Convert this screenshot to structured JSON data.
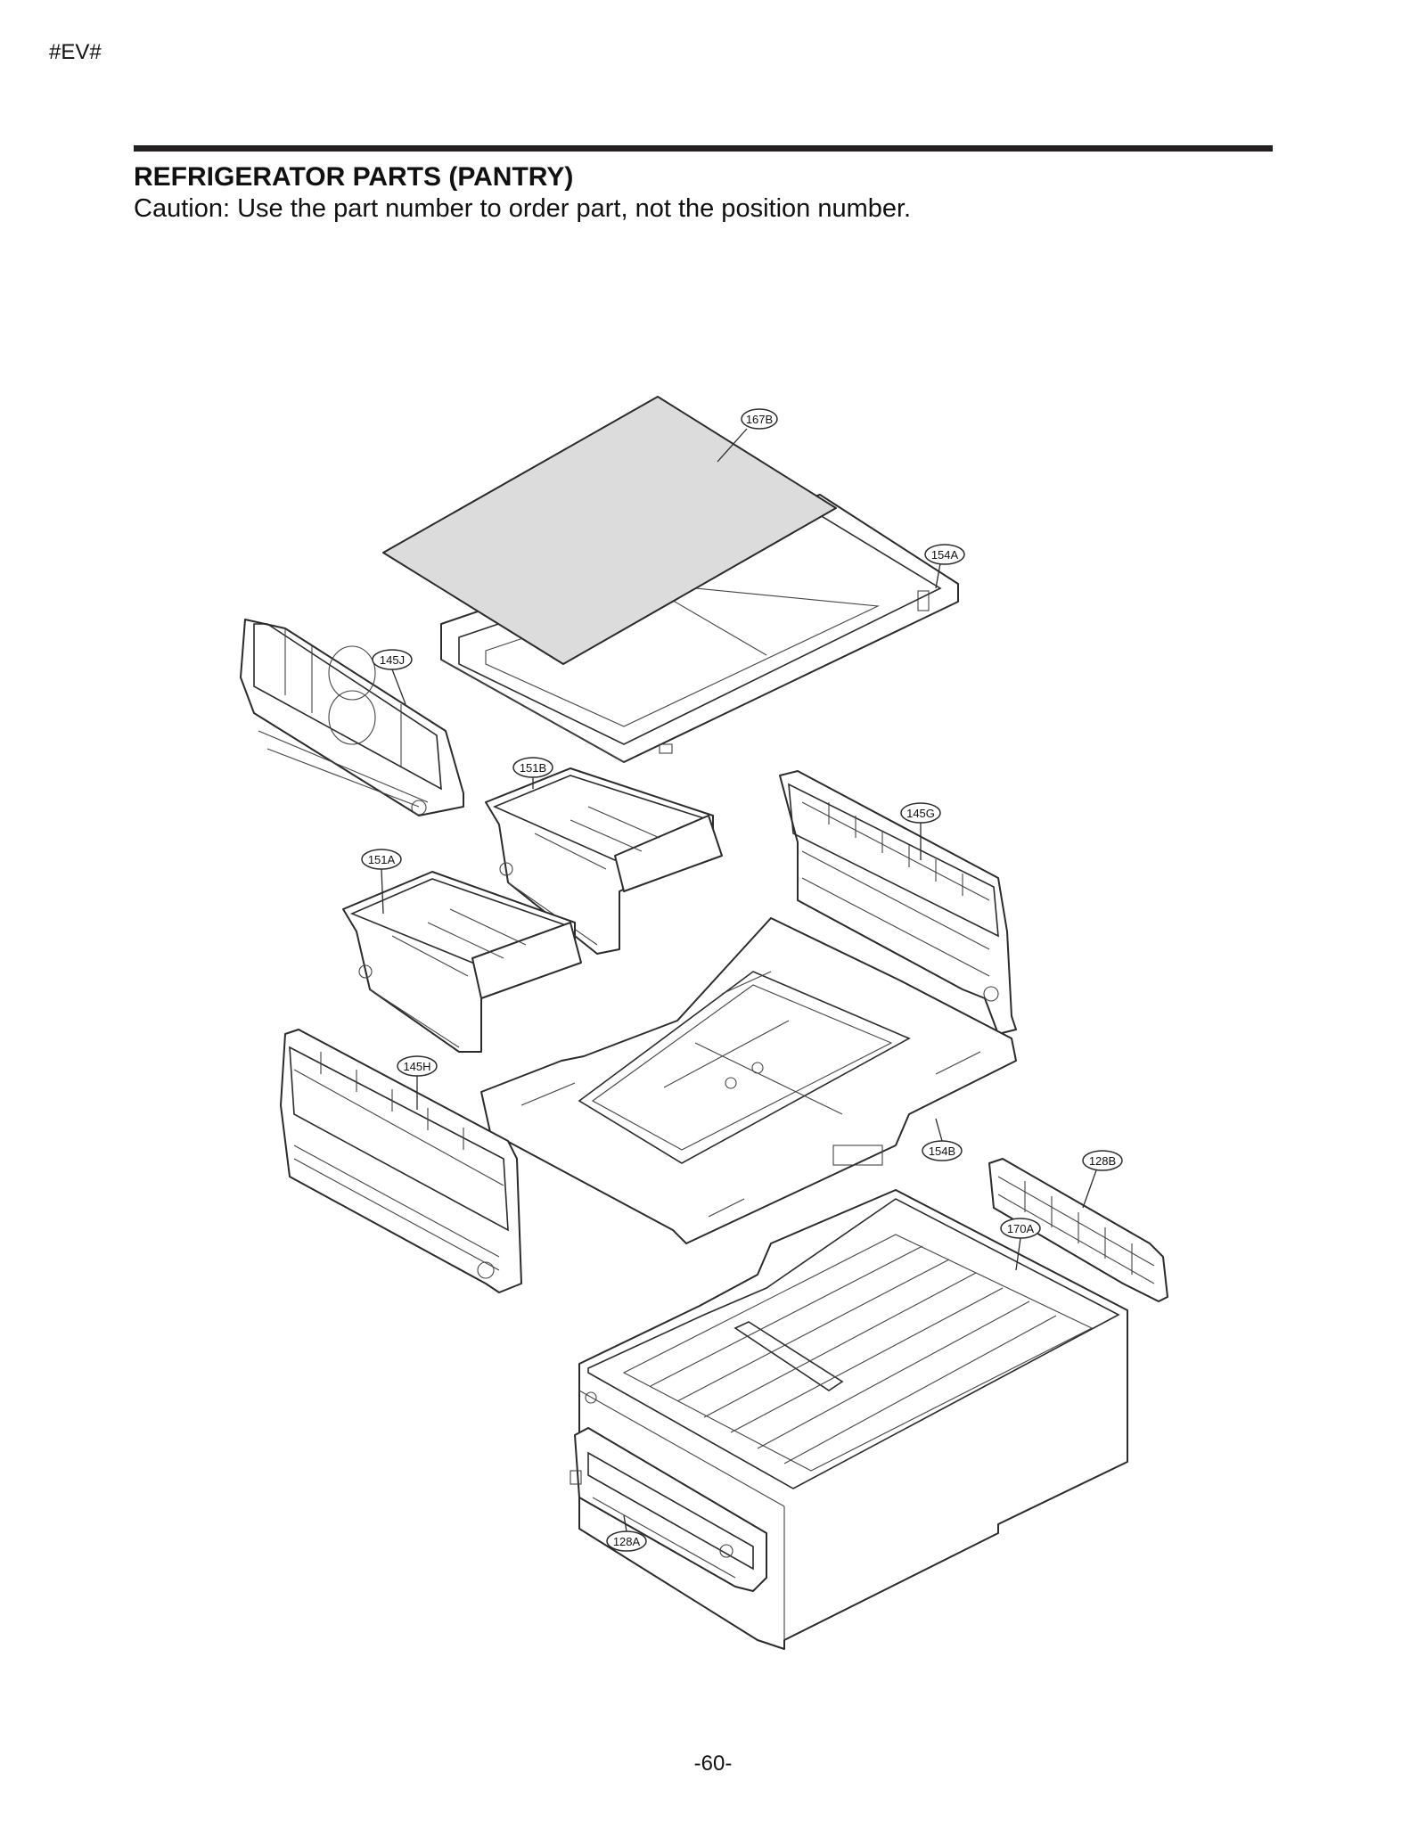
{
  "header": {
    "doc_code": "#EV#",
    "title": "REFRIGERATOR PARTS (PANTRY)",
    "caution": "Caution: Use the part number to order part, not the position number."
  },
  "callouts": {
    "c167B": "167B",
    "c154A": "154A",
    "c145J": "145J",
    "c151B": "151B",
    "c145G": "145G",
    "c151A": "151A",
    "c145H": "145H",
    "c154B": "154B",
    "c128B": "128B",
    "c170A": "170A",
    "c128A": "128A"
  },
  "footer": {
    "page_number": "-60-"
  }
}
